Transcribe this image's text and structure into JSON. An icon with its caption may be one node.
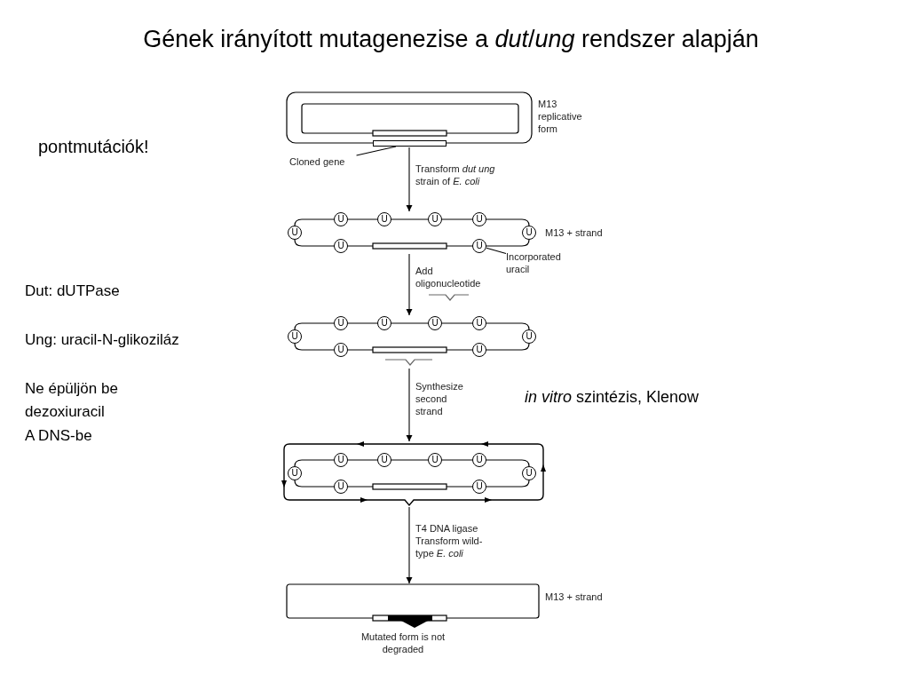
{
  "diagram": {
    "title": "Gének irányított mutagenezise a *dut*/*ung* rendszer alapján",
    "nodes": [
      {
        "text": [],
        "shape": "picture",
        "beside": [
          "M13 replicative form"
        ]
      },
      {
        "text": [],
        "shape": "bar",
        "in": 0
      },
      {
        "text": [
          "Cloned gene"
        ]
      },
      {
        "text": [],
        "shape": "picture"
      },
      {
        "text": [
          "U"
        ],
        "in": 3
      },
      {
        "text": [
          "U"
        ],
        "in": 3
      },
      {
        "text": [
          "U"
        ],
        "in": 3
      },
      {
        "text": [
          "U"
        ],
        "in": 3
      },
      {
        "text": [
          "U"
        ],
        "in": 3
      },
      {
        "text": [
          "U"
        ],
        "in": 3
      },
      {
        "text": [
          "U"
        ],
        "in": 3
      },
      {
        "text": [
          "U"
        ],
        "in": 3
      },
      {
        "text": [
          "Incorporated uracil"
        ]
      },
      {
        "text": [],
        "shape": "picture"
      },
      {
        "text": [
          "U"
        ],
        "in": 13
      },
      {
        "text": [
          "U"
        ],
        "in": 13
      },
      {
        "text": [
          "U"
        ],
        "in": 13
      },
      {
        "text": [
          "U"
        ],
        "in": 13
      },
      {
        "text": [
          "U"
        ],
        "in": 13
      },
      {
        "text": [
          "U"
        ],
        "in": 13
      },
      {
        "text": [
          "U"
        ],
        "in": 13
      },
      {
        "text": [
          "U"
        ],
        "in": 13
      },
      {
        "text": [],
        "shape": "picture"
      },
      {
        "text": [
          "U"
        ],
        "in": 22
      },
      {
        "text": [
          "U"
        ],
        "in": 22
      },
      {
        "text": [
          "U"
        ],
        "in": 22
      },
      {
        "text": [
          "U"
        ],
        "in": 22
      },
      {
        "text": [
          "U"
        ],
        "in": 22
      },
      {
        "text": [
          "U"
        ],
        "in": 22
      },
      {
        "text": [
          "U"
        ],
        "in": 22
      },
      {
        "text": [
          "U"
        ],
        "in": 22
      },
      {
        "text": [],
        "shape": "box",
        "beside": [
          "M13 + strand",
          "Mutated form is not degraded"
        ]
      }
    ],
    "edges": [
      {
        "from": 0,
        "to": 3,
        "arrow": "to",
        "label": "Transform *dut ung* strain of *E. coli*"
      },
      {
        "from": 3,
        "to": 13,
        "arrow": "to",
        "label": "Add oligonucleotide"
      },
      {
        "from": 13,
        "to": 22,
        "arrow": "to",
        "label": "Synthesize second strand"
      },
      {
        "from": 22,
        "to": 31,
        "arrow": "to",
        "label": "T4 DNA ligase Transform wild-type *E. coli*"
      },
      {
        "from": 2,
        "to": 1,
        "arrow": "none"
      },
      {
        "from": 12,
        "to": 11,
        "arrow": "none"
      }
    ],
    "labels": [
      "pontmutációk!",
      "M13 + strand",
      "Dut: dUTPase",
      "Ung: uracil-N-glikoziláz",
      "Ne épüljön be dezoxiuracil",
      "A DNS-be",
      "*in vitro* szintézis, Klenow"
    ]
  }
}
